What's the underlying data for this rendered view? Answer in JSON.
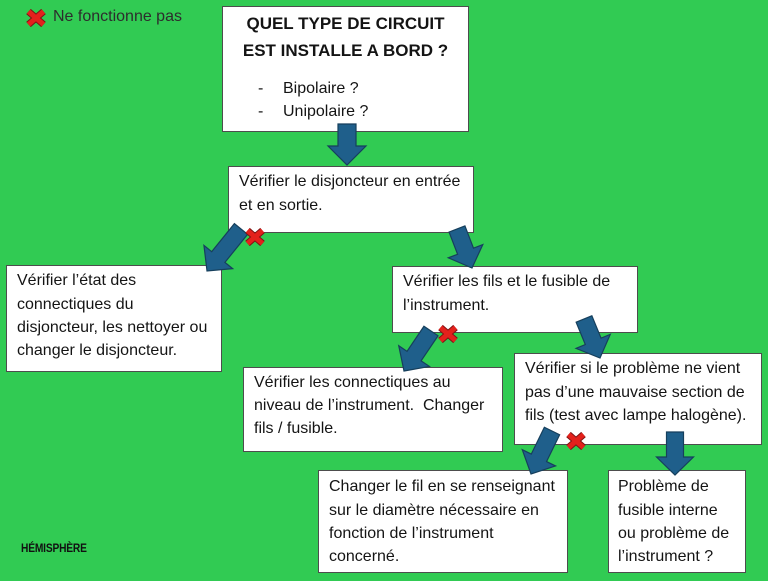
{
  "legend": {
    "icon": "cross-icon",
    "label": "Ne fonctionne pas"
  },
  "question": {
    "title_lines": [
      "QUEL TYPE DE CIRCUIT",
      "EST INSTALLE A BORD ?"
    ],
    "options": [
      {
        "bullet": "-",
        "label": "Bipolaire ?"
      },
      {
        "bullet": "-",
        "label": "Unipolaire ?"
      }
    ]
  },
  "steps": [
    {
      "lines": [
        "Vérifier le disjoncteur en entrée",
        "et en sortie."
      ]
    },
    {
      "lines": [
        "Vérifier l’état des",
        "connectiques du",
        "disjoncteur, les nettoyer ou",
        "changer le disjoncteur."
      ]
    },
    {
      "lines": [
        "Vérifier les fils et le fusible de",
        "l’instrument."
      ]
    },
    {
      "lines": [
        "Vérifier les connectiques au",
        "niveau de l’instrument.  Changer",
        "fils / fusible."
      ]
    },
    {
      "lines": [
        "Vérifier si le problème ne vient",
        "pas d’une mauvaise section de",
        "fils (test avec lampe halogène)."
      ]
    },
    {
      "lines": [
        "Changer le fil en se renseignant",
        "sur le diamètre nécessaire en",
        "fonction de l’instrument",
        "concerné."
      ]
    },
    {
      "lines": [
        "Problème de",
        "fusible interne",
        "ou problème de",
        "l’instrument ?"
      ]
    }
  ],
  "logo": {
    "text": "HÉMISPHÈRE"
  },
  "icons": {
    "fail_marker": "cross-icon",
    "flow_connector": "arrow-icon"
  },
  "colors": {
    "background": "#31cb53",
    "box_fill": "#ffffff",
    "box_border": "#4d4d4d",
    "text": "#141414",
    "arrow": "#1f5f8b",
    "arrow_outline": "#163f5c",
    "fail_cross": "#e3211c"
  }
}
